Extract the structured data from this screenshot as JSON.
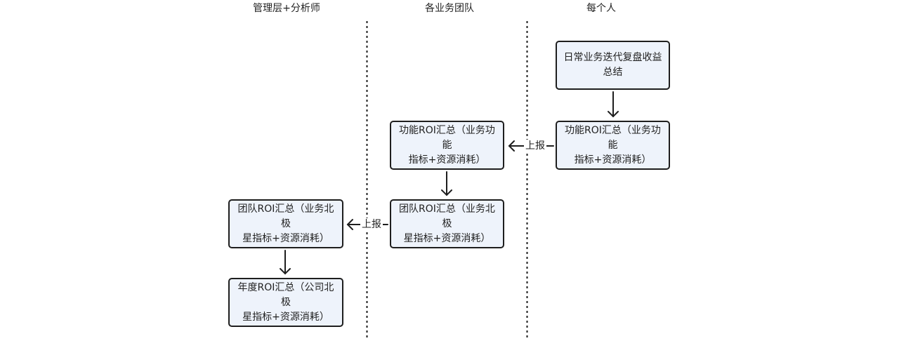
{
  "lanes": [
    {
      "title": "管理层+分析师"
    },
    {
      "title": "各业务团队"
    },
    {
      "title": "每个人"
    }
  ],
  "nodes": {
    "daily_review": {
      "line1": "日常业务迭代复盘收益",
      "line2": "总结"
    },
    "feature_roi_individual": {
      "line1": "功能ROI汇总（业务功能",
      "line2": "指标+资源消耗）"
    },
    "feature_roi_team": {
      "line1": "功能ROI汇总（业务功能",
      "line2": "指标+资源消耗）"
    },
    "team_roi_team": {
      "line1": "团队ROI汇总（业务北极",
      "line2": "星指标+资源消耗）"
    },
    "team_roi_mgmt": {
      "line1": "团队ROI汇总（业务北极",
      "line2": "星指标+资源消耗）"
    },
    "annual_roi": {
      "line1": "年度ROI汇总（公司北极",
      "line2": "星指标+资源消耗）"
    }
  },
  "edge_labels": {
    "report_individual_to_team": "上报",
    "report_team_to_mgmt": "上报"
  }
}
